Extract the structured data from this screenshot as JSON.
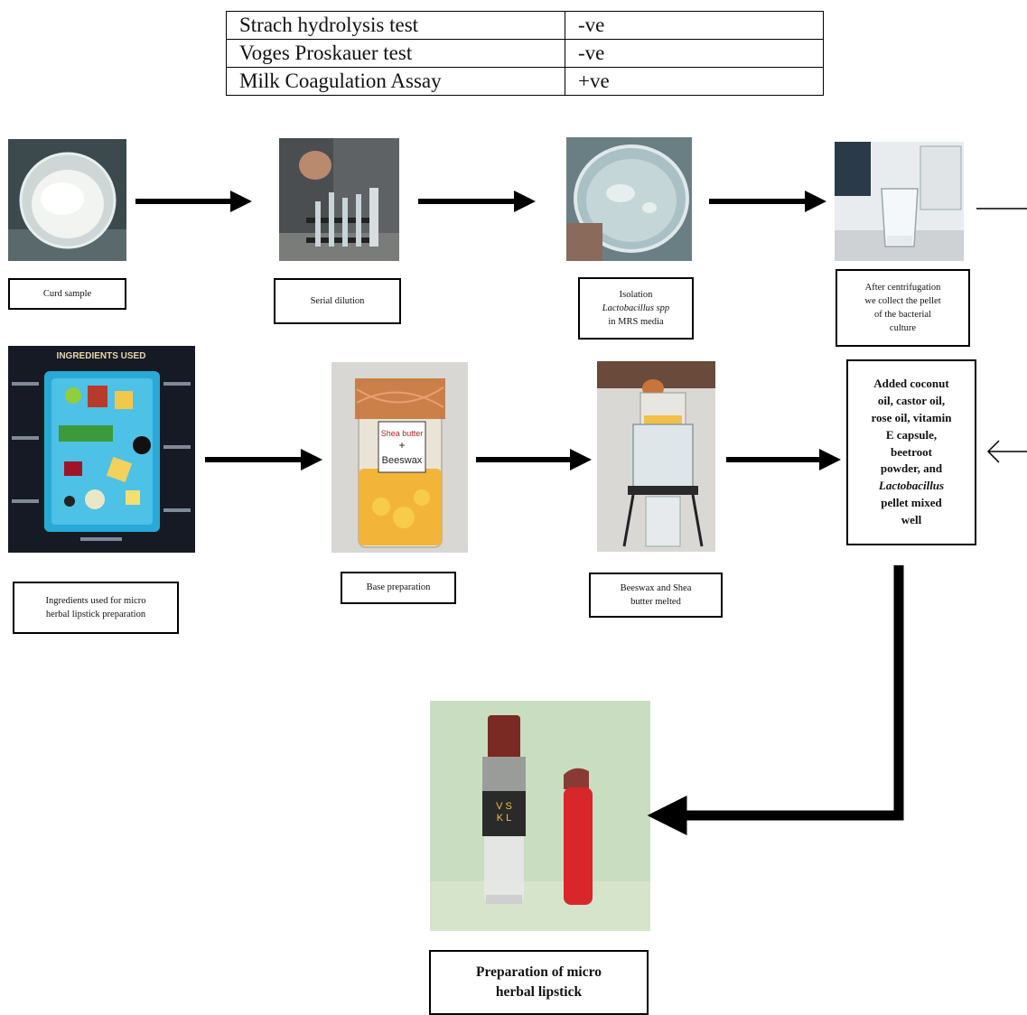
{
  "results_table": {
    "rows": [
      {
        "test": "Strach hydrolysis test",
        "result": "-ve"
      },
      {
        "test": "Voges Proskauer test",
        "result": "-ve"
      },
      {
        "test": "Milk Coagulation  Assay",
        "result": "+ve"
      }
    ]
  },
  "steps": {
    "curd_sample": "Curd sample",
    "serial_dilution": "Serial dilution",
    "isolation": {
      "line1": "Isolation",
      "organism": "Lactobacillus spp",
      "line3": "in MRS media"
    },
    "centrifugation": "After centrifugation\nwe collect the pellet\nof the bacterial\nculture",
    "ingredients": "Ingredients used for micro\nherbal lipstick preparation",
    "base_preparation": "Base preparation",
    "beeswax_melted": "Beeswax and Shea\nbutter melted",
    "added_oils": {
      "text": "Added coconut\noil, castor oil,\nrose oil, vitamin\nE capsule,\nbeetroot\npowder, and",
      "organism": "Lactobacillus",
      "tail": "pellet mixed\nwell"
    },
    "final": "Preparation of micro\nherbal lipstick"
  },
  "photo_text": {
    "ingredients_heading": "INGREDIENTS USED",
    "jar_label_top": "Shea butter",
    "jar_label_bottom": "Beeswax",
    "lipstick_letters": "V S\nK L"
  },
  "colors": {
    "arrow": "#000000",
    "tray": "#29a9d6",
    "lipstick_red": "#d8262a",
    "poster_bg": "#151a24"
  }
}
